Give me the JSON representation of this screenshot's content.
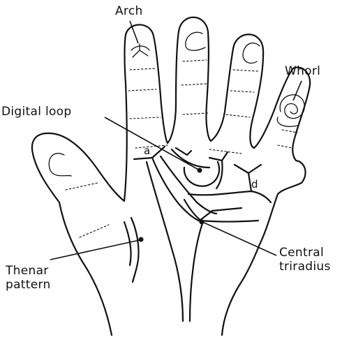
{
  "labels": {
    "arch": "Arch",
    "whorl": "Whorl",
    "digital_loop": "Digital loop",
    "thenar_line1": "Thenar",
    "thenar_line2": "pattern",
    "central_line1": "Central",
    "central_line2": "triradius",
    "triradius_a": "a",
    "triradius_d": "d"
  }
}
